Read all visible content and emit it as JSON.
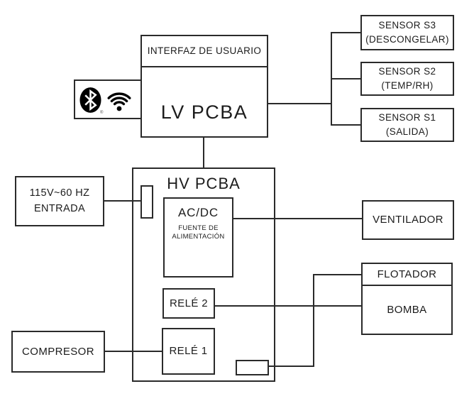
{
  "diagram": {
    "type": "block-diagram",
    "background": "#ffffff",
    "line_color": "#2a2a2a",
    "blocks": {
      "interfaz": {
        "label": "INTERFAZ DE USUARIO"
      },
      "lv_pcba": {
        "label": "LV PCBA"
      },
      "wireless": {
        "bluetooth_icon": "bluetooth-logo",
        "wifi_icon": "wifi-signal",
        "registered_mark": "®"
      },
      "sensor_s3": {
        "name": "SENSOR S3",
        "detail": "(DESCONGELAR)"
      },
      "sensor_s2": {
        "name": "SENSOR S2",
        "detail": "(TEMP/RH)"
      },
      "sensor_s1": {
        "name": "SENSOR S1",
        "detail": "(SALIDA)"
      },
      "hv_pcba": {
        "label": "HV PCBA"
      },
      "acdc": {
        "name": "AC/DC",
        "detail_line1": "FUENTE DE",
        "detail_line2": "ALIMENTACIÓN"
      },
      "rele2": {
        "label": "RELÉ 2"
      },
      "rele1": {
        "label": "RELÉ 1"
      },
      "entrada": {
        "line1": "115V~60 HZ",
        "line2": "ENTRADA"
      },
      "compresor": {
        "label": "COMPRESOR"
      },
      "ventilador": {
        "label": "VENTILADOR"
      },
      "flotador": {
        "label": "FLOTADOR"
      },
      "bomba": {
        "label": "BOMBA"
      }
    },
    "connections": [
      {
        "from": "LV PCBA",
        "to": "SENSOR S3"
      },
      {
        "from": "LV PCBA",
        "to": "SENSOR S2"
      },
      {
        "from": "LV PCBA",
        "to": "SENSOR S1"
      },
      {
        "from": "LV PCBA",
        "to": "HV PCBA"
      },
      {
        "from": "115V~60 HZ ENTRADA",
        "to": "HV PCBA"
      },
      {
        "from": "AC/DC FUENTE DE ALIMENTACIÓN",
        "to": "VENTILADOR"
      },
      {
        "from": "RELÉ 2",
        "to": "BOMBA"
      },
      {
        "from": "COMPRESOR",
        "to": "RELÉ 1"
      },
      {
        "from": "HV PCBA",
        "to": "FLOTADOR"
      }
    ]
  }
}
